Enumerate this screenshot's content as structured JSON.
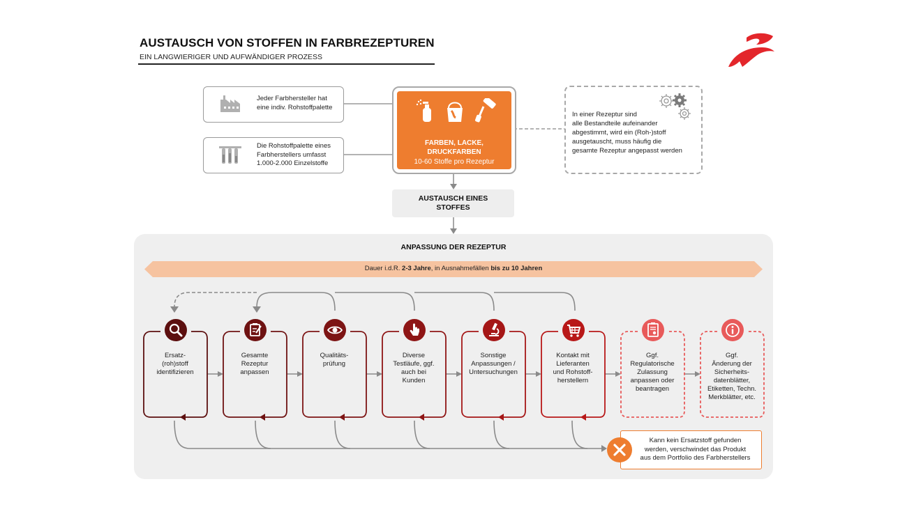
{
  "header": {
    "title": "AUSTAUSCH VON STOFFEN IN FARBREZEPTUREN",
    "subtitle": "EIN LANGWIERIGER UND AUFWÄNDIGER PROZESS",
    "logo_icon": "brand-logo-swoosh"
  },
  "colors": {
    "orange": "#ee7d2f",
    "peach": "#f6c3a0",
    "grey_panel": "#efefef",
    "dark_red": "#5c0f0f",
    "red": "#a51616",
    "light_red": "#e85a5a"
  },
  "info_boxes": [
    {
      "icon": "factory-icon",
      "lines": [
        "Jeder Farbhersteller hat",
        "eine indiv. Rohstoffpalette"
      ]
    },
    {
      "icon": "test-tubes-icon",
      "lines": [
        "Die Rohstoffpalette eines",
        "Farbherstellers umfasst",
        "1.000-2.000 Einzelstoffe"
      ]
    }
  ],
  "central": {
    "icons": [
      "spray-can-icon",
      "paint-bucket-icon",
      "paint-roller-icon"
    ],
    "title_lines": [
      "FARBEN, LACKE,",
      "DRUCKFARBEN"
    ],
    "subtitle": "10-60 Stoffe pro Rezeptur"
  },
  "note": {
    "icon": "gears-icon",
    "lines": [
      "In einer Rezeptur sind",
      "alle Bestandteile aufeinander",
      "abgestimmt, wird ein (Roh-)stoff",
      "ausgetauscht, muss häufig die",
      "gesamte Rezeptur angepasst werden"
    ]
  },
  "exchange": {
    "lines": [
      "AUSTAUSCH EINES",
      "STOFFES"
    ]
  },
  "adaptation": {
    "title": "ANPASSUNG DER REZEPTUR",
    "duration_prefix": "Dauer i.d.R. ",
    "duration_bold1": "2-3 Jahre",
    "duration_mid": ", in Ausnahmefällen ",
    "duration_bold2": "bis zu 10 Jahren"
  },
  "steps": [
    {
      "icon": "magnifier-icon",
      "lines": [
        "Ersatz-",
        "(roh)stoff",
        "identifizieren"
      ]
    },
    {
      "icon": "clipboard-edit-icon",
      "lines": [
        "Gesamte",
        "Rezeptur",
        "anpassen"
      ]
    },
    {
      "icon": "eye-icon",
      "lines": [
        "Qualitäts-",
        "prüfung"
      ]
    },
    {
      "icon": "tap-hand-icon",
      "lines": [
        "Diverse",
        "Testläufe, ggf.",
        "auch bei",
        "Kunden"
      ]
    },
    {
      "icon": "microscope-icon",
      "lines": [
        "Sonstige",
        "Anpassungen /",
        "Untersuchungen"
      ]
    },
    {
      "icon": "shopping-cart-icon",
      "lines": [
        "Kontakt mit",
        "Lieferanten",
        "und Rohstoff-",
        "herstellern"
      ]
    },
    {
      "icon": "certificate-icon",
      "lines": [
        "Ggf.",
        "Regulatorische",
        "Zulassung",
        "anpassen oder",
        "beantragen"
      ]
    },
    {
      "icon": "info-icon",
      "lines": [
        "Ggf.",
        "Änderung der",
        "Sicherheits-",
        "datenblätter,",
        "Etiketten, Techn.",
        "Merkblätter, etc."
      ]
    }
  ],
  "end": {
    "icon": "close-icon",
    "lines": [
      "Kann kein Ersatzstoff gefunden",
      "werden, verschwindet das Produkt",
      "aus dem Portfolio des Farbherstellers"
    ]
  }
}
